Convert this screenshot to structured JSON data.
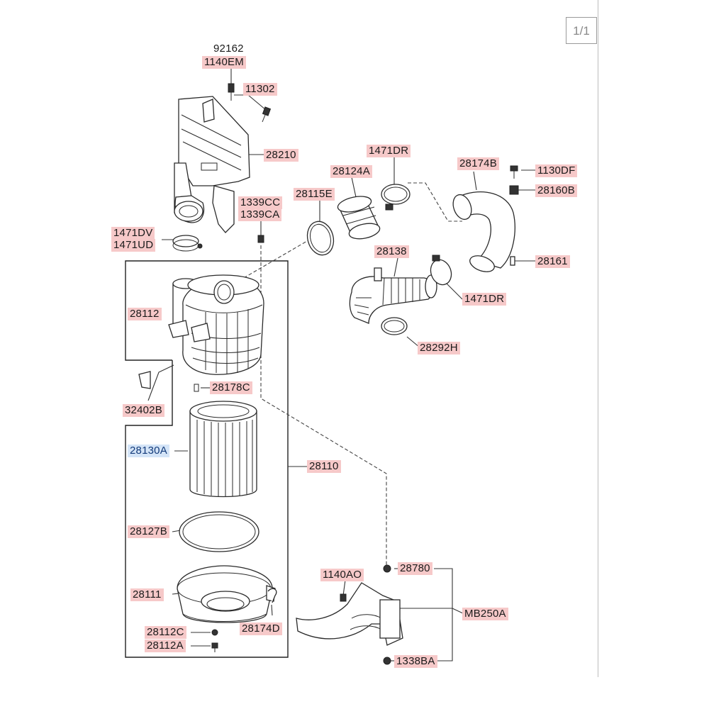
{
  "page_indicator": "1/1",
  "callouts": [
    {
      "id": "92162",
      "text": "92162",
      "highlight": "none"
    },
    {
      "id": "1140EM",
      "text": "1140EM",
      "highlight": "red"
    },
    {
      "id": "11302",
      "text": "11302",
      "highlight": "red"
    },
    {
      "id": "28210",
      "text": "28210",
      "highlight": "red"
    },
    {
      "id": "1471DR-a",
      "text": "1471DR",
      "highlight": "red"
    },
    {
      "id": "28174B",
      "text": "28174B",
      "highlight": "red"
    },
    {
      "id": "1130DF",
      "text": "1130DF",
      "highlight": "red"
    },
    {
      "id": "28124A",
      "text": "28124A",
      "highlight": "red"
    },
    {
      "id": "28160B",
      "text": "28160B",
      "highlight": "red"
    },
    {
      "id": "28115E",
      "text": "28115E",
      "highlight": "red"
    },
    {
      "id": "1339CC",
      "text": "1339CC",
      "highlight": "red"
    },
    {
      "id": "1339CA",
      "text": "1339CA",
      "highlight": "red"
    },
    {
      "id": "1471DV",
      "text": "1471DV",
      "highlight": "red"
    },
    {
      "id": "1471UD",
      "text": "1471UD",
      "highlight": "red"
    },
    {
      "id": "28138",
      "text": "28138",
      "highlight": "red"
    },
    {
      "id": "28161",
      "text": "28161",
      "highlight": "red"
    },
    {
      "id": "28112",
      "text": "28112",
      "highlight": "red"
    },
    {
      "id": "1471DR-b",
      "text": "1471DR",
      "highlight": "red"
    },
    {
      "id": "28292H",
      "text": "28292H",
      "highlight": "red"
    },
    {
      "id": "28178C",
      "text": "28178C",
      "highlight": "red"
    },
    {
      "id": "32402B",
      "text": "32402B",
      "highlight": "red"
    },
    {
      "id": "28130A",
      "text": "28130A",
      "highlight": "blue"
    },
    {
      "id": "28110",
      "text": "28110",
      "highlight": "red"
    },
    {
      "id": "28127B",
      "text": "28127B",
      "highlight": "red"
    },
    {
      "id": "1140AO",
      "text": "1140AO",
      "highlight": "red"
    },
    {
      "id": "28780",
      "text": "28780",
      "highlight": "red"
    },
    {
      "id": "28111",
      "text": "28111",
      "highlight": "red"
    },
    {
      "id": "MB250A",
      "text": "MB250A",
      "highlight": "red"
    },
    {
      "id": "28174D",
      "text": "28174D",
      "highlight": "red"
    },
    {
      "id": "28112C",
      "text": "28112C",
      "highlight": "red"
    },
    {
      "id": "28112A",
      "text": "28112A",
      "highlight": "red"
    },
    {
      "id": "1338BA",
      "text": "1338BA",
      "highlight": "red"
    }
  ],
  "colors": {
    "callout_highlight": "#f6c9c9",
    "selected_highlight": "#d4e4f7",
    "line": "#222222"
  }
}
